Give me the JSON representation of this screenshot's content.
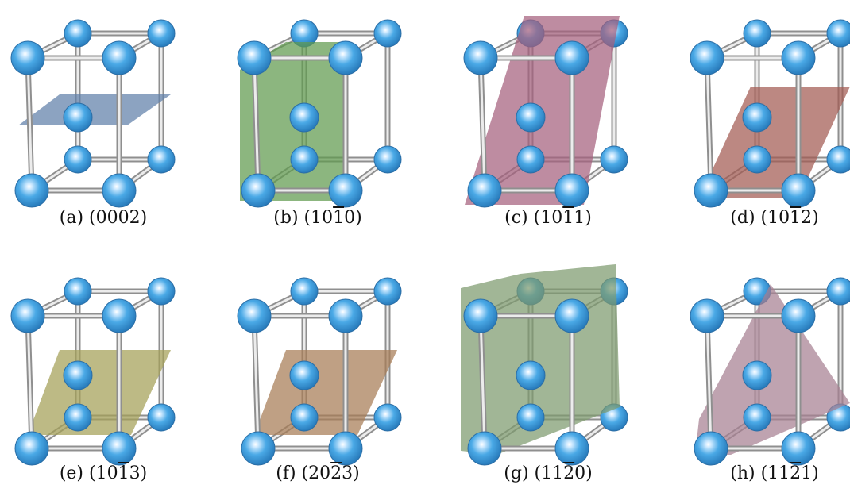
{
  "panels": [
    {
      "caption_letter": "(a)",
      "miller": [
        {
          "t": "0002",
          "bar": false
        }
      ],
      "plane_color": "#5f7fa9",
      "plane": "basal"
    },
    {
      "caption_letter": "(b)",
      "miller": [
        {
          "t": "10",
          "bar": false
        },
        {
          "t": "1",
          "bar": true
        },
        {
          "t": "0",
          "bar": false
        }
      ],
      "plane_color": "#5f9a4d",
      "plane": "prism-front"
    },
    {
      "caption_letter": "(c)",
      "miller": [
        {
          "t": "10",
          "bar": false
        },
        {
          "t": "1",
          "bar": true
        },
        {
          "t": "1",
          "bar": false
        }
      ],
      "plane_color": "#a5607d",
      "plane": "pyramidal-I"
    },
    {
      "caption_letter": "(d)",
      "miller": [
        {
          "t": "10",
          "bar": false
        },
        {
          "t": "1",
          "bar": true
        },
        {
          "t": "2",
          "bar": false
        }
      ],
      "plane_color": "#a25a52",
      "plane": "pyramidal-II"
    },
    {
      "caption_letter": "(e)",
      "miller": [
        {
          "t": "10",
          "bar": false
        },
        {
          "t": "1",
          "bar": true
        },
        {
          "t": "3",
          "bar": false
        }
      ],
      "plane_color": "#a3a056",
      "plane": "pyramidal-III"
    },
    {
      "caption_letter": "(f)",
      "miller": [
        {
          "t": "20",
          "bar": false
        },
        {
          "t": "2",
          "bar": true
        },
        {
          "t": "3",
          "bar": false
        }
      ],
      "plane_color": "#a67b55",
      "plane": "pyramidal-III"
    },
    {
      "caption_letter": "(g)",
      "miller": [
        {
          "t": "11",
          "bar": false
        },
        {
          "t": "2",
          "bar": true
        },
        {
          "t": "0",
          "bar": false
        }
      ],
      "plane_color": "#7d9a6e",
      "plane": "prism-diagonal"
    },
    {
      "caption_letter": "(h)",
      "miller": [
        {
          "t": "11",
          "bar": false
        },
        {
          "t": "2",
          "bar": true
        },
        {
          "t": "1",
          "bar": false
        }
      ],
      "plane_color": "#a67f92",
      "plane": "pyramidal-diagonal"
    }
  ],
  "colors": {
    "atom": "#4aa9e6",
    "bond": "#b8b8b8"
  }
}
